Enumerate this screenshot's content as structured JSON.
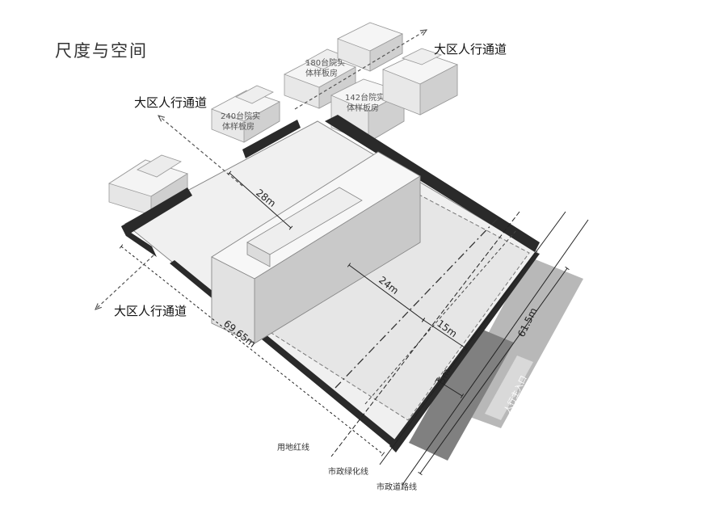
{
  "title": "尺度与空间",
  "passage_label": "大区人行通道",
  "buildings": {
    "b240_line1": "240台院实",
    "b240_line2": "体样板房",
    "b180_line1": "180台院实",
    "b180_line2": "体样板房",
    "b142_line1": "142台院实",
    "b142_line2": "体样板房"
  },
  "dimensions": {
    "depth_28": "28m",
    "depth_24": "24m",
    "width_15": "15m",
    "width_5": "5m",
    "length_6965": "69.65m",
    "length_615": "61.5m"
  },
  "lines": {
    "site_red_line": "用地红线",
    "green_line": "市政绿化线",
    "road_line": "市政道路线"
  },
  "entrance": "人行主入口"
}
